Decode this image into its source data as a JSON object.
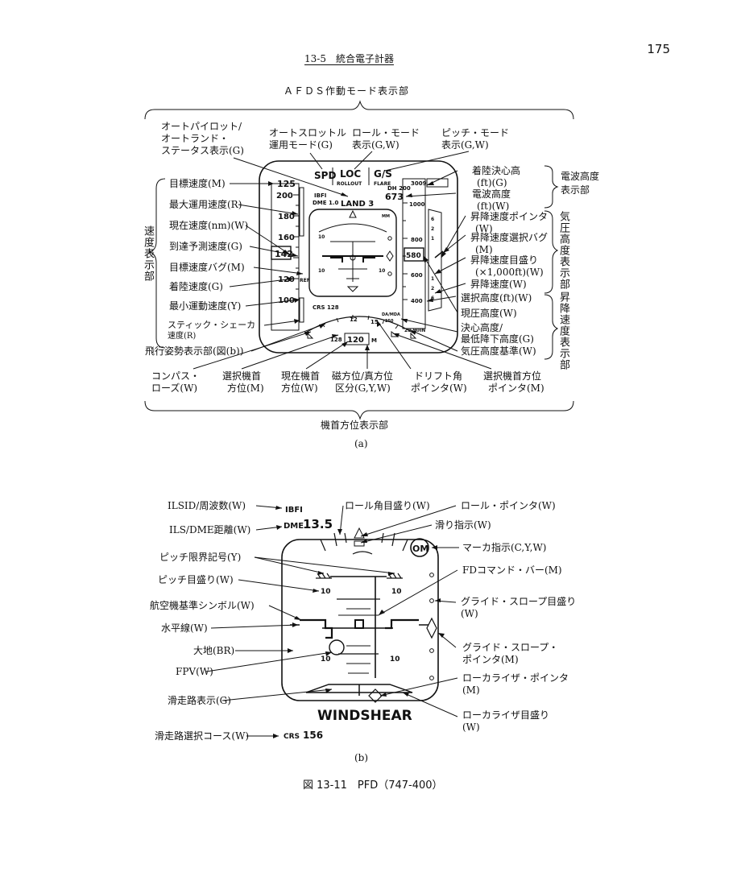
{
  "page": {
    "number": "175",
    "section": "13-5　統合電子計器",
    "caption": "図 13-11　PFD（747-400）"
  },
  "fig_a": {
    "sublabel": "(a)",
    "groups": {
      "afds_title": "ＡＦＤＳ作動モード表示部",
      "heading_title": "機首方位表示部",
      "speed": "速度表示部",
      "radio_alt": [
        "電波高度",
        "表示部"
      ],
      "baro_alt": "気圧高度表示部",
      "vs": "昇降速度表示部"
    },
    "top_labels": {
      "ap_status": [
        "オートパイロット/",
        "オートランド・",
        "ステータス表示(G)"
      ],
      "at_mode": [
        "オートスロットル",
        "運用モード(G)"
      ],
      "roll_mode": [
        "ロール・モード",
        "表示(G,W)"
      ],
      "pitch_mode": [
        "ピッチ・モード",
        "表示(G,W)"
      ]
    },
    "left_labels": [
      "目標速度(M)",
      "最大運用速度(R)",
      "現在速度(nm)(W)",
      "到達予測速度(G)",
      "目標速度バグ(M)",
      "着陸速度(G)",
      "最小運動速度(Y)"
    ],
    "stick_shaker": [
      "スティック・シェーカ",
      "速度(R)"
    ],
    "attitude": "飛行姿勢表示部(図(b))",
    "right_labels": {
      "dh": [
        "着陸決心高",
        "(ft)(G)"
      ],
      "radio": [
        "電波高度",
        "(ft)(W)"
      ],
      "vs_ptr": [
        "昇降速度ポインタ",
        "(W)"
      ],
      "vs_bug": [
        "昇降速度選択バグ",
        "(M)"
      ],
      "vs_scale": [
        "昇降速度目盛り",
        "(×1,000ft)(W)"
      ],
      "vs_val": "昇降速度(W)",
      "sel_alt": "選択高度(ft)(W)",
      "cur_alt": "現圧高度(W)",
      "dh_mda": [
        "決心高度/",
        "最低降下高度(G)"
      ],
      "baro_ref": "気圧高度基準(W)"
    },
    "bottom_labels": {
      "compass": [
        "コンパス・",
        "ローズ(W)"
      ],
      "sel_hdg": [
        "選択機首",
        "方位(M)"
      ],
      "cur_hdg": [
        "現在機首",
        "方位(W)"
      ],
      "mag_true": [
        "磁方位/真方位",
        "区分(G,Y,W)"
      ],
      "drift": [
        "ドリフト角",
        "ポインタ(W)"
      ],
      "sel_ptr": [
        "選択機首方位",
        "ポインタ(M)"
      ]
    },
    "display": {
      "spd": "SPD",
      "loc": "LOC",
      "gs": "G/S",
      "rollout": "ROLLOUT",
      "flare": "FLARE",
      "target_speed": "125",
      "land": "LAND 3",
      "ils_id": "IBFI",
      "dme": "DME 1.0",
      "speed_ticks": [
        "200",
        "180",
        "160",
        "142",
        "120",
        "100"
      ],
      "alt_ticks": [
        "1000",
        "800",
        "600",
        "400"
      ],
      "sel_alt": "3009",
      "dh": "DH 200",
      "radio_alt": "673",
      "cur_alt": "580",
      "mm": "MM",
      "ref": "REF",
      "crs": "CRS 128",
      "hdg_sel": "128",
      "hdg": "120",
      "hdg_m": "M",
      "da": "DA/MDA",
      "da_val": "250",
      "baro": "29.90IN",
      "vs_ticks": [
        "6",
        "2",
        "1",
        "1",
        "2",
        "6"
      ],
      "pitch_ticks": [
        "10",
        "10",
        "10"
      ],
      "compass_ticks": [
        "12",
        "15"
      ]
    }
  },
  "fig_b": {
    "sublabel": "(b)",
    "left_labels": [
      "ILSID/周波数(W)",
      "ILS/DME距離(W)",
      "ピッチ限界記号(Y)",
      "ピッチ目盛り(W)",
      "航空機基準シンボル(W)",
      "水平線(W)",
      "大地(BR)",
      "FPV(W)",
      "滑走路表示(G)",
      "滑走路選択コース(W)"
    ],
    "right_labels": {
      "roll_scale": "ロール角目盛り(W)",
      "roll_ptr": "ロール・ポインタ(W)",
      "slip": "滑り指示(W)",
      "marker": "マーカ指示(C,Y,W)",
      "fd": "FDコマンド・バー(M)",
      "gs_scale": [
        "グライド・スロープ目盛り",
        "(W)"
      ],
      "gs_ptr": [
        "グライド・スロープ・",
        "ポインタ(M)"
      ],
      "loc_ptr": [
        "ローカライザ・ポインタ",
        "(M)"
      ],
      "loc_scale": [
        "ローカライザ目盛り",
        "(W)"
      ]
    },
    "display": {
      "ils_id": "IBFI",
      "dme_label": "DME",
      "dme_val": "13.5",
      "om": "OM",
      "pitch_ticks": [
        "10",
        "10",
        "10",
        "10"
      ],
      "windshear": "WINDSHEAR",
      "crs_label": "CRS",
      "crs_val": "156"
    }
  }
}
